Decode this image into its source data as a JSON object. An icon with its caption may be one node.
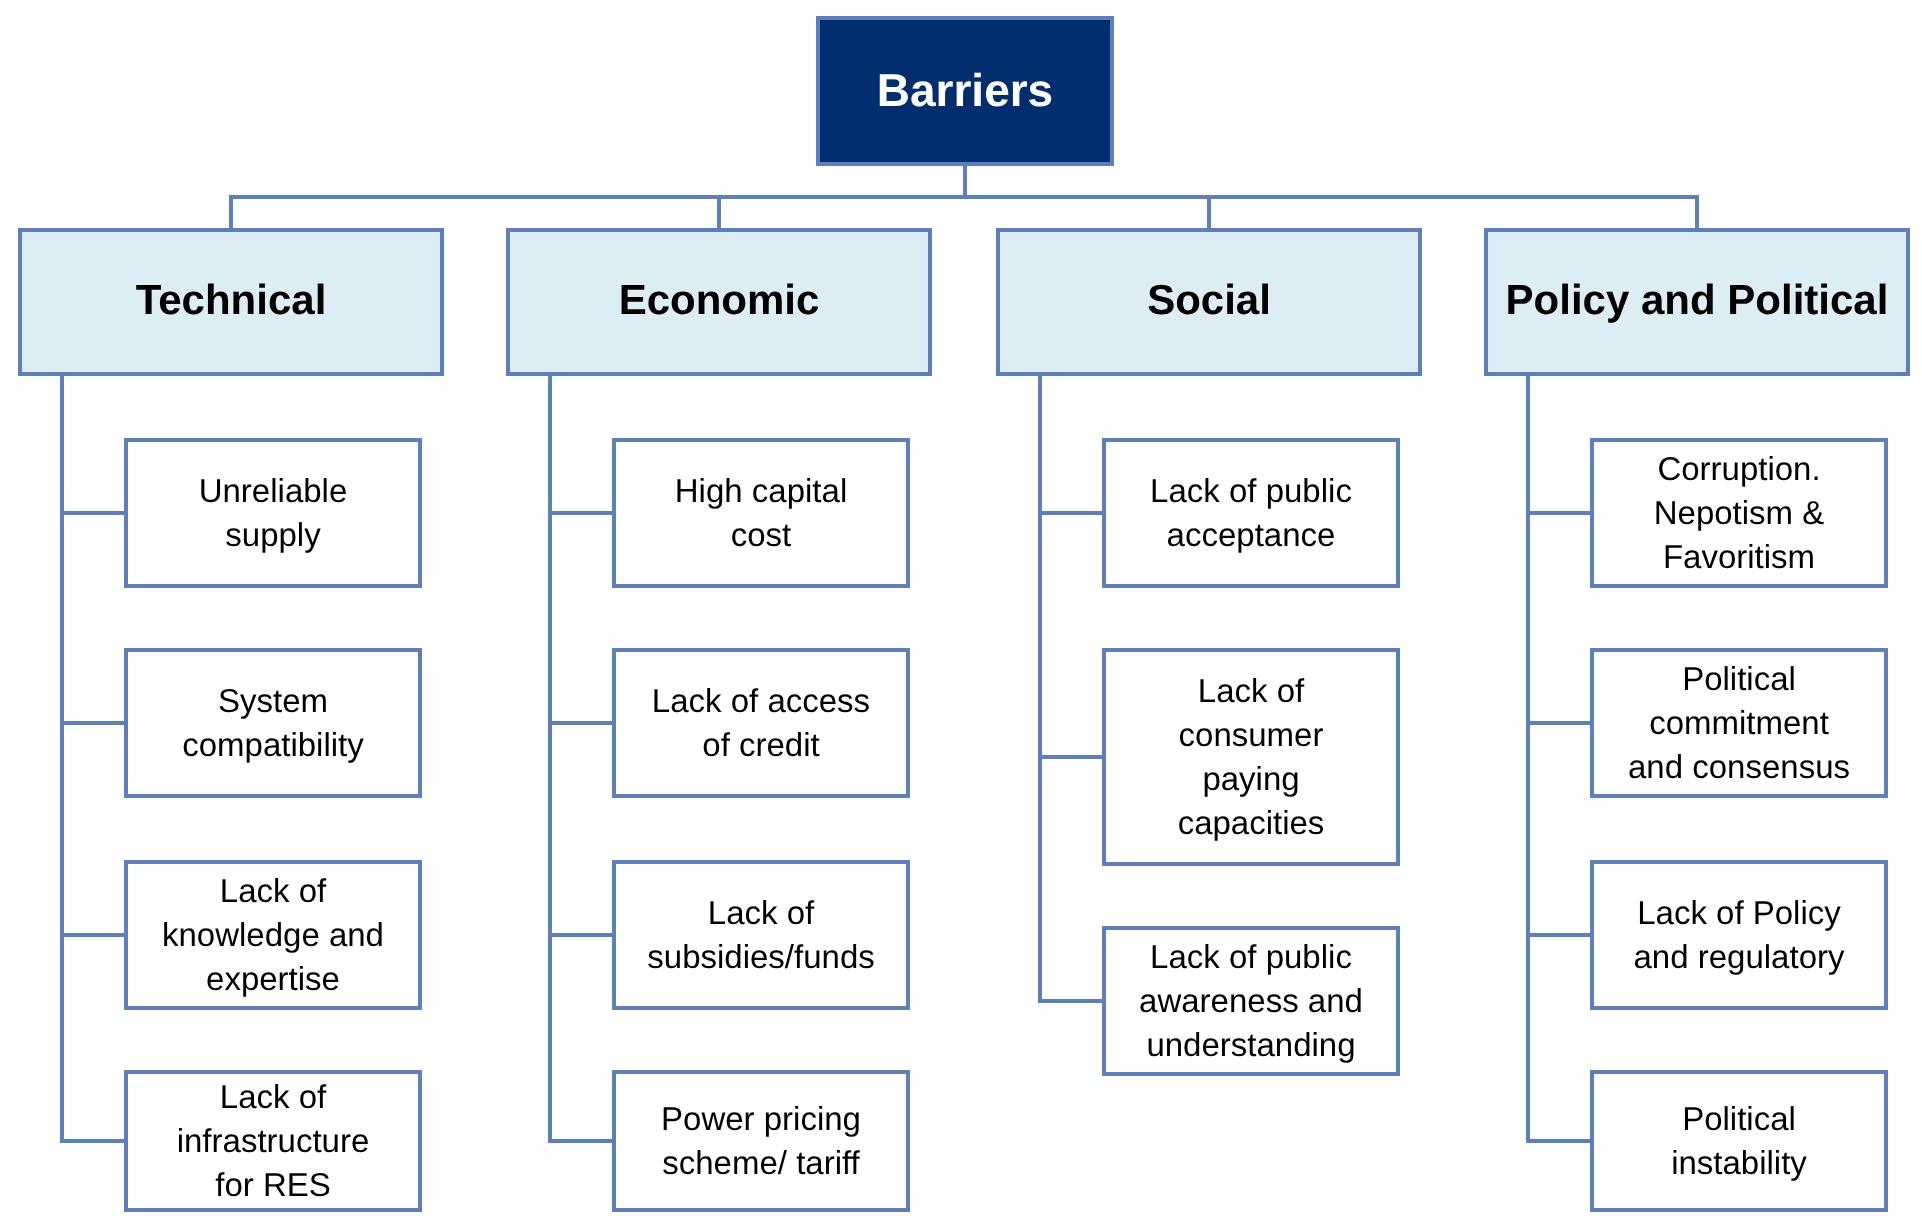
{
  "diagram": {
    "nodes": [
      {
        "text": [
          "Barriers"
        ]
      },
      {
        "text": [
          "Technical"
        ]
      },
      {
        "text": [
          "Unreliable supply"
        ]
      },
      {
        "text": [
          "System compatibility"
        ]
      },
      {
        "text": [
          "Lack of knowledge and expertise"
        ]
      },
      {
        "text": [
          "Lack of infrastructure for RES"
        ]
      },
      {
        "text": [
          "Economic"
        ]
      },
      {
        "text": [
          "High capital cost"
        ]
      },
      {
        "text": [
          "Lack of access of credit"
        ]
      },
      {
        "text": [
          "Lack of subsidies/funds"
        ]
      },
      {
        "text": [
          "Power pricing scheme/ tariff"
        ]
      },
      {
        "text": [
          "Social"
        ]
      },
      {
        "text": [
          "Lack of public acceptance"
        ]
      },
      {
        "text": [
          "Lack of consumer paying capacities"
        ]
      },
      {
        "text": [
          "Lack of public awareness and understanding"
        ]
      },
      {
        "text": [
          "Policy and Political"
        ]
      },
      {
        "text": [
          "Corruption. Nepotism & Favoritism"
        ]
      },
      {
        "text": [
          "Political commitment and consensus"
        ]
      },
      {
        "text": [
          "Lack of Policy and regulatory"
        ]
      },
      {
        "text": [
          "Political instability"
        ]
      }
    ],
    "edges": [
      {
        "from": 0,
        "to": 1,
        "arrow": "none"
      },
      {
        "from": 0,
        "to": 6,
        "arrow": "none"
      },
      {
        "from": 0,
        "to": 11,
        "arrow": "none"
      },
      {
        "from": 0,
        "to": 15,
        "arrow": "none"
      },
      {
        "from": 1,
        "to": 2,
        "arrow": "none"
      },
      {
        "from": 1,
        "to": 3,
        "arrow": "none"
      },
      {
        "from": 1,
        "to": 4,
        "arrow": "none"
      },
      {
        "from": 1,
        "to": 5,
        "arrow": "none"
      },
      {
        "from": 6,
        "to": 7,
        "arrow": "none"
      },
      {
        "from": 6,
        "to": 8,
        "arrow": "none"
      },
      {
        "from": 6,
        "to": 9,
        "arrow": "none"
      },
      {
        "from": 6,
        "to": 10,
        "arrow": "none"
      },
      {
        "from": 11,
        "to": 12,
        "arrow": "none"
      },
      {
        "from": 11,
        "to": 13,
        "arrow": "none"
      },
      {
        "from": 11,
        "to": 14,
        "arrow": "none"
      },
      {
        "from": 15,
        "to": 16,
        "arrow": "none"
      },
      {
        "from": 15,
        "to": 17,
        "arrow": "none"
      },
      {
        "from": 15,
        "to": 18,
        "arrow": "none"
      },
      {
        "from": 15,
        "to": 19,
        "arrow": "none"
      }
    ]
  }
}
